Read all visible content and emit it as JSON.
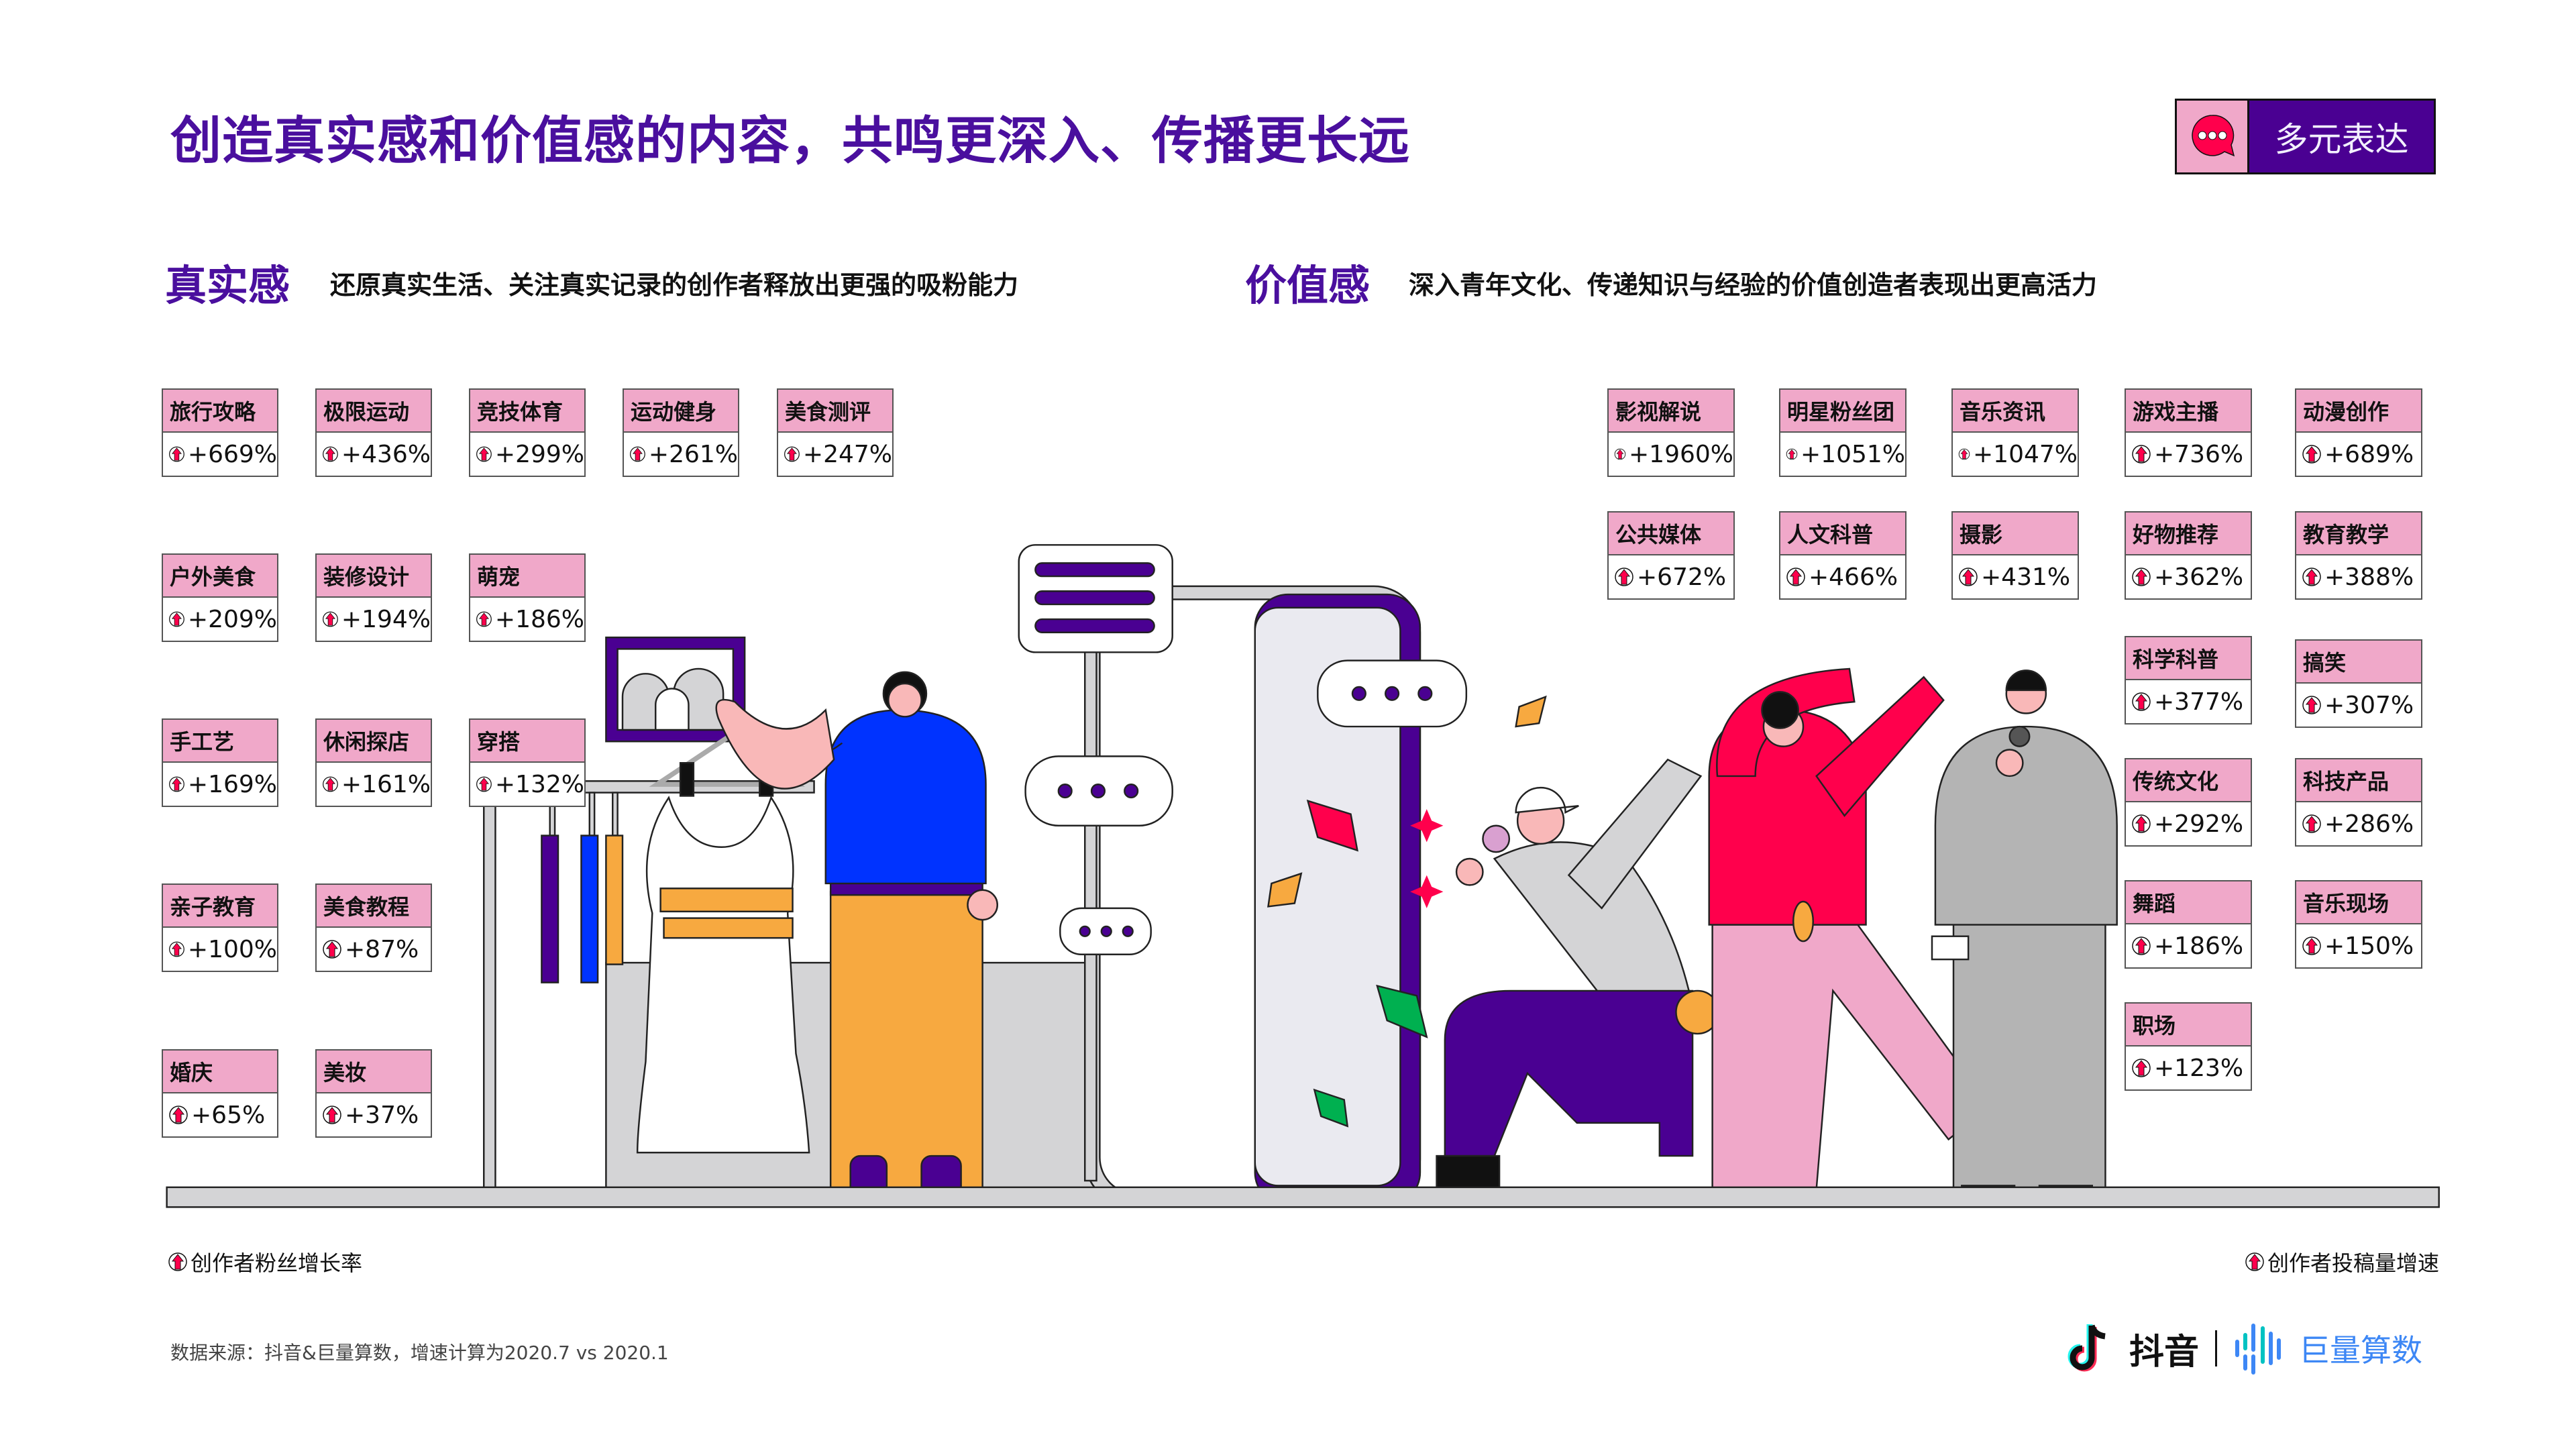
{
  "title": "创造真实感和价值感的内容，共鸣更深入、传播更长远",
  "badge": {
    "icon": "speech-bubble-icon",
    "label": "多元表达"
  },
  "left_section": {
    "heading": "真实感",
    "subtitle": "还原真实生活、关注真实记录的创作者释放出更强的吸粉能力",
    "cards": [
      {
        "label": "旅行攻略",
        "value": "+669%"
      },
      {
        "label": "极限运动",
        "value": "+436%"
      },
      {
        "label": "竞技体育",
        "value": "+299%"
      },
      {
        "label": "运动健身",
        "value": "+261%"
      },
      {
        "label": "美食测评",
        "value": "+247%"
      },
      {
        "label": "户外美食",
        "value": "+209%"
      },
      {
        "label": "装修设计",
        "value": "+194%"
      },
      {
        "label": "萌宠",
        "value": "+186%"
      },
      {
        "label": "手工艺",
        "value": "+169%"
      },
      {
        "label": "休闲探店",
        "value": "+161%"
      },
      {
        "label": "穿搭",
        "value": "+132%"
      },
      {
        "label": "亲子教育",
        "value": "+100%"
      },
      {
        "label": "美食教程",
        "value": "+87%"
      },
      {
        "label": "婚庆",
        "value": "+65%"
      },
      {
        "label": "美妆",
        "value": "+37%"
      }
    ],
    "legend": "创作者粉丝增长率"
  },
  "right_section": {
    "heading": "价值感",
    "subtitle": "深入青年文化、传递知识与经验的价值创造者表现出更高活力",
    "cards": [
      {
        "label": "影视解说",
        "value": "+1960%"
      },
      {
        "label": "明星粉丝团",
        "value": "+1051%"
      },
      {
        "label": "音乐资讯",
        "value": "+1047%"
      },
      {
        "label": "游戏主播",
        "value": "+736%"
      },
      {
        "label": "动漫创作",
        "value": "+689%"
      },
      {
        "label": "公共媒体",
        "value": "+672%"
      },
      {
        "label": "人文科普",
        "value": "+466%"
      },
      {
        "label": "摄影",
        "value": "+431%"
      },
      {
        "label": "好物推荐",
        "value": "+362%"
      },
      {
        "label": "教育教学",
        "value": "+388%"
      },
      {
        "label": "科学科普",
        "value": "+377%"
      },
      {
        "label": "搞笑",
        "value": "+307%"
      },
      {
        "label": "传统文化",
        "value": "+292%"
      },
      {
        "label": "科技产品",
        "value": "+286%"
      },
      {
        "label": "舞蹈",
        "value": "+186%"
      },
      {
        "label": "音乐现场",
        "value": "+150%"
      },
      {
        "label": "职场",
        "value": "+123%"
      }
    ],
    "legend": "创作者投稿量增速"
  },
  "source": "数据来源：抖音&巨量算数，增速计算为2020.7 vs 2020.1",
  "logos": {
    "douyin": "抖音",
    "juliang": "巨量算数"
  },
  "colors": {
    "purple": "#4a0092",
    "pink": "#f0a8c9",
    "red": "#ff004c",
    "blue": "#0033ff",
    "orange": "#f7a940",
    "gray": "#d4d4d6"
  }
}
